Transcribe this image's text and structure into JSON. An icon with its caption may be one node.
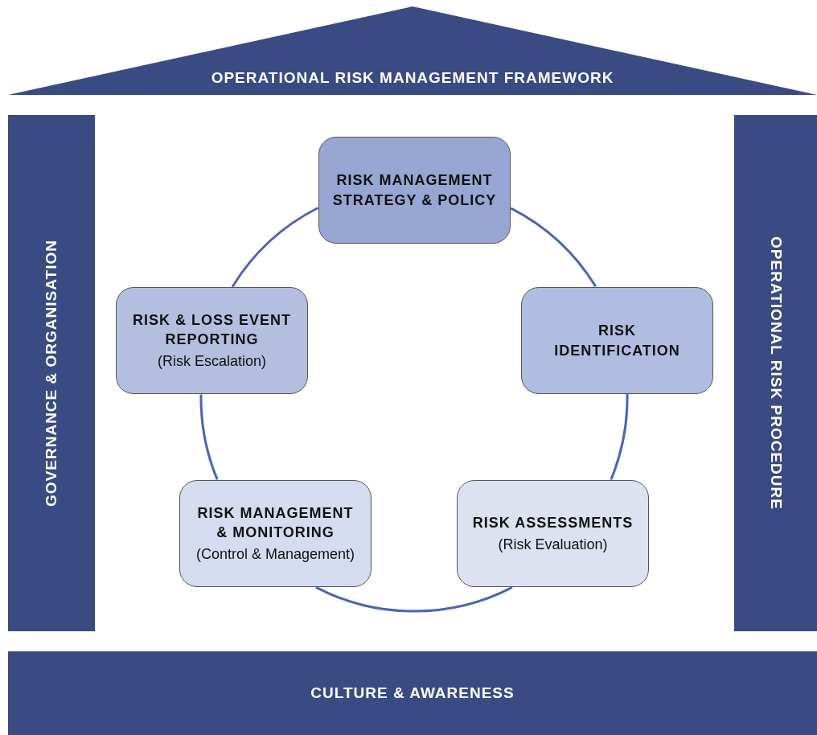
{
  "diagram": {
    "nodes": [
      {
        "text": [
          "OPERATIONAL RISK MANAGEMENT FRAMEWORK"
        ]
      },
      {
        "text": [
          "GOVERNANCE & ORGANISATION"
        ]
      },
      {
        "text": [
          "RISK MANAGEMENT STRATEGY & POLICY"
        ]
      },
      {
        "text": [
          "RISK & LOSS EVENT REPORTING",
          "(Risk Escalation)"
        ]
      },
      {
        "text": [
          "RISK IDENTIFICATION"
        ]
      },
      {
        "text": [
          "RISK MANAGEMENT & MONITORING",
          "(Control & Management)"
        ]
      },
      {
        "text": [
          "RISK ASSESSMENTS",
          "(Risk Evaluation)"
        ]
      },
      {
        "text": [
          "OPERATIONAL RISK PROCEDURE"
        ]
      },
      {
        "text": [
          "CULTURE & AWARENESS"
        ]
      }
    ],
    "edges": [
      {
        "from": 2,
        "to": 4,
        "arrow": "none"
      },
      {
        "from": 4,
        "to": 6,
        "arrow": "none"
      },
      {
        "from": 6,
        "to": 5,
        "arrow": "none"
      },
      {
        "from": 5,
        "to": 3,
        "arrow": "none"
      },
      {
        "from": 3,
        "to": 2,
        "arrow": "none"
      }
    ]
  }
}
